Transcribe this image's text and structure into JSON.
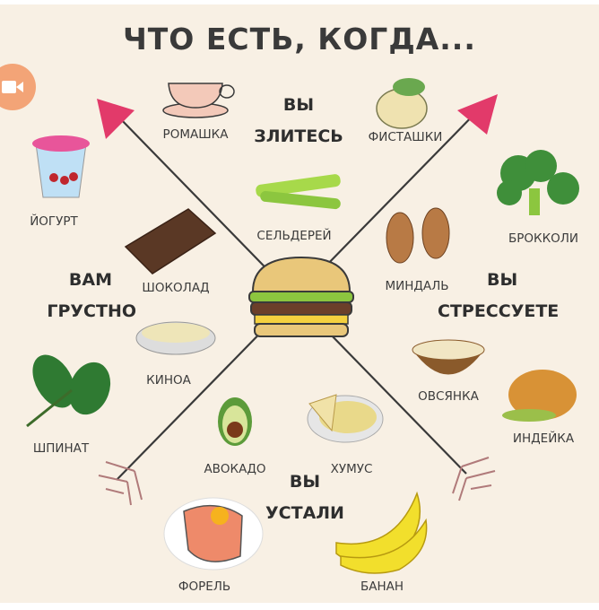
{
  "title": "ЧТО ЕСТЬ, КОГДА...",
  "moods": {
    "angry": [
      "ВЫ",
      "ЗЛИТЕСЬ"
    ],
    "sad": [
      "ВАМ",
      "ГРУСТНО"
    ],
    "stressed": [
      "ВЫ",
      "СТРЕССУЕТЕ"
    ],
    "tired": [
      "ВЫ",
      "УСТАЛИ"
    ]
  },
  "foods": {
    "chamomile": "РОМАШКА",
    "pistachios": "ФИСТАШКИ",
    "yogurt": "ЙОГУРТ",
    "celery": "СЕЛЬДЕРЕЙ",
    "broccoli": "БРОККОЛИ",
    "chocolate": "ШОКОЛАД",
    "almond": "МИНДАЛЬ",
    "quinoa": "КИНОА",
    "oatmeal": "ОВСЯНКА",
    "spinach": "ШПИНАТ",
    "turkey": "ИНДЕЙКА",
    "avocado": "АВОКАДО",
    "hummus": "ХУМУС",
    "trout": "ФОРЕЛЬ",
    "banana": "БАНАН"
  },
  "colors": {
    "background": "#f8f0e4",
    "arrow": "#e23a6a",
    "fletching": "#b07a7a",
    "camera_button": "#f3a477"
  }
}
